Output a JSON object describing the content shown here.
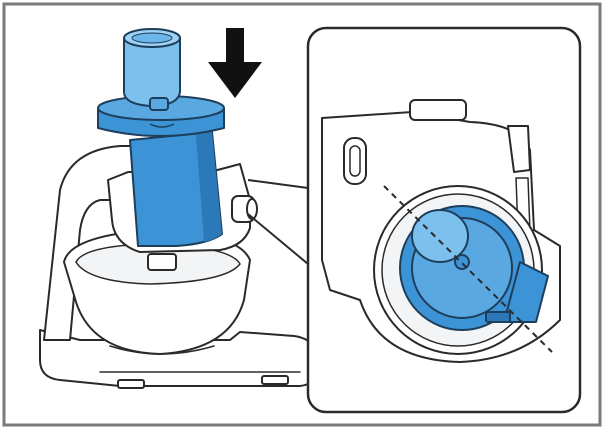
{
  "figure": {
    "frame": "illustration-frame",
    "subject": "food-processor-attachment",
    "inset": "locking-detail-inset",
    "arrow": "down-arrow-icon"
  },
  "colors": {
    "line": "#2a2a2a",
    "frame": "#808080",
    "blue": "#3c93d6",
    "blue_light": "#7cc0ee",
    "blue_dark": "#1f6fae",
    "machine": "#ffffff",
    "shade": "#e9edf0"
  }
}
